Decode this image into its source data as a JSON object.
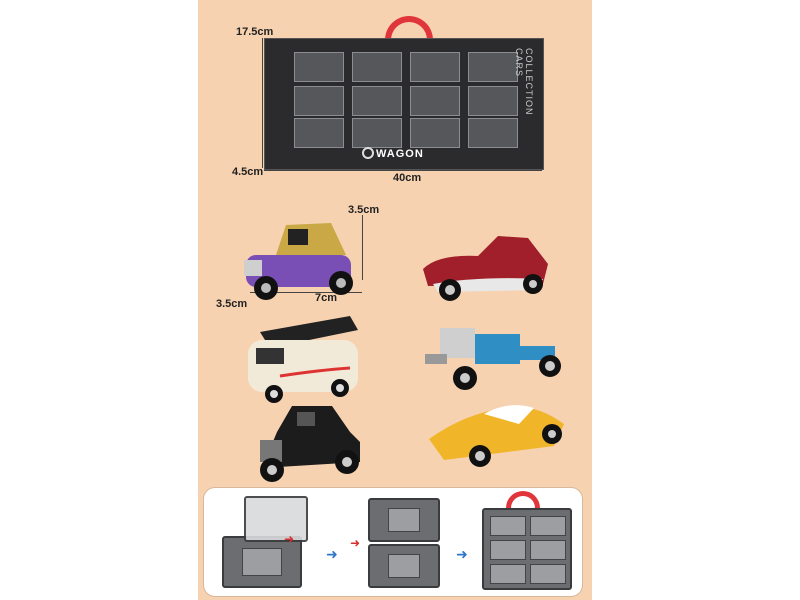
{
  "dimensions": {
    "height": "17.5cm",
    "depth": "4.5cm",
    "width": "40cm",
    "car_height": "3.5cm",
    "car_depth": "3.5cm",
    "car_length": "7cm"
  },
  "package": {
    "logo_text": "WAGON",
    "side_text": "COLLECTION CARS"
  },
  "colors": {
    "background_panel": "#f7d2b0",
    "box_dark": "#2b2b2d",
    "handle_red": "#e0363b",
    "arrow_blue": "#2f76c9"
  },
  "featured_cars": [
    {
      "name": "gold-purple-hot-rod",
      "colors": [
        "#c9a845",
        "#7a4fb5"
      ]
    },
    {
      "name": "red-vintage-roadster",
      "colors": [
        "#a11f2a",
        "#e8e8e8"
      ]
    },
    {
      "name": "cream-van",
      "colors": [
        "#f2ead8",
        "#222222"
      ]
    },
    {
      "name": "blue-engine-hot-rod",
      "colors": [
        "#2f8fc4",
        "#cfcfcf"
      ]
    },
    {
      "name": "black-hot-rod",
      "colors": [
        "#1c1c1c",
        "#777777"
      ]
    },
    {
      "name": "yellow-race-car",
      "colors": [
        "#f1b52a",
        "#ffffff"
      ]
    }
  ]
}
